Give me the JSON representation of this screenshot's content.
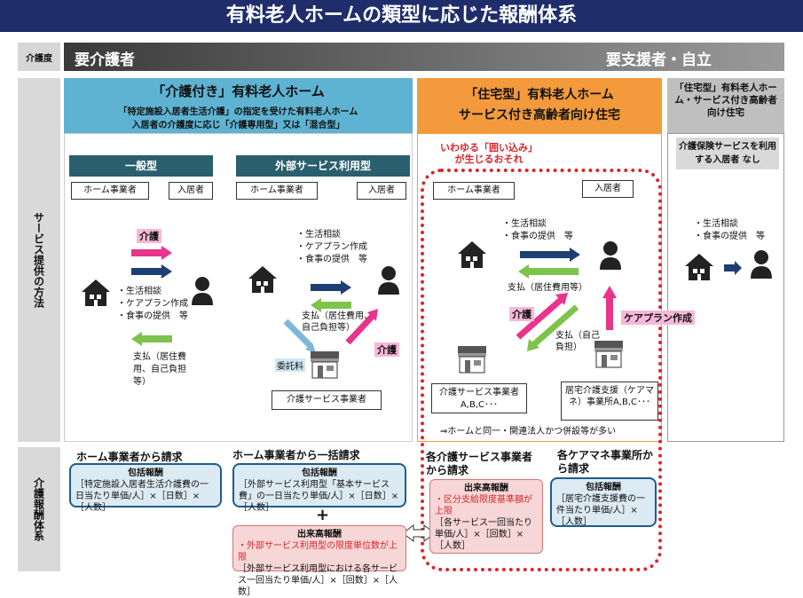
{
  "title": "有料老人ホームの類型に応じた報酬体系",
  "care_level": {
    "label": "介護度",
    "left": "要介護者",
    "right": "要支援者・自立"
  },
  "row_labels": {
    "service": "サービス提供の方法",
    "remuneration": "介護報酬体系"
  },
  "col1": {
    "heading": "「介護付き」有料老人ホーム",
    "sub1": "「特定施設入居者生活介護」の指定を受けた有料老人ホーム",
    "sub2": "入居者の介護度に応じ「介護専用型」又は「混合型」",
    "type_a": "一般型",
    "type_b": "外部サービス利用型"
  },
  "col2": {
    "heading1": "「住宅型」有料老人ホーム",
    "heading2": "サービス付き高齢者向け住宅",
    "warning": "いわゆる「囲い込み」が生じるおそれ"
  },
  "col3": {
    "heading": "「住宅型」有料老人ホーム・サービス付き高齢者向け住宅",
    "note": "介護保険サービスを利用する入居者 なし"
  },
  "labels": {
    "home_operator": "ホーム事業者",
    "resident": "入居者",
    "care": "介護",
    "care_plan": "ケアプラン作成",
    "care_plan_create": "ケアプラン作成",
    "consign": "委託料",
    "care_provider": "介護サービス事業者",
    "care_providers": "介護サービス事業者A,B,C･･･",
    "care_mgr": "居宅介護支援（ケアマネ）事業所A,B,C･･･",
    "same_corp": "⇒ホームと同一・関連法人かつ併設等が多い"
  },
  "svc_list": {
    "a": [
      "・生活相談",
      "・ケアプラン作成",
      "・食事の提供　等"
    ],
    "b": [
      "・生活相談",
      "・ケアプラン作成",
      "・食事の提供　等"
    ],
    "c": [
      "・生活相談",
      "・食事の提供　等"
    ],
    "d": [
      "・生活相談",
      "・食事の提供　等"
    ]
  },
  "pay": {
    "a": "支払（居住費用、自己負担等）",
    "b": "支払（居住費用、自己負担等）",
    "c": "支払（居住費用等）",
    "d": "支払（自己負担）"
  },
  "billing": {
    "col1a_head": "ホーム事業者から請求",
    "col1a_title": "包括報酬",
    "col1a_body": "［特定施設入居者生活介護費の一日当たり単価/人］×［日数］×［人数］",
    "col1b_head": "ホーム事業者から一括請求",
    "col1b_title": "包括報酬",
    "col1b_body": "［外部サービス利用型「基本サービス費」の一日当たり単価/人］×［日数］×［人数］",
    "plus": "+",
    "col1b2_title": "出来高報酬",
    "col1b2_body1": "・外部サービス利用型の限度単位数が上限",
    "col1b2_body2": "［外部サービス利用型における各サービス一回当たり単価/人］×［回数］×［人数］",
    "col2_head": "各介護サービス事業者から請求",
    "col2_title": "出来高報酬",
    "col2_body1": "・区分支給限度基準額が上限",
    "col2_body2": "［各サービス一回当たり単価/人］×［回数］×［人数］",
    "col2b_head": "各ケアマネ事業所から請求",
    "col2b_title": "包括報酬",
    "col2b_body": "［居宅介護支援費の一件当たり単価/人］×［人数］"
  }
}
